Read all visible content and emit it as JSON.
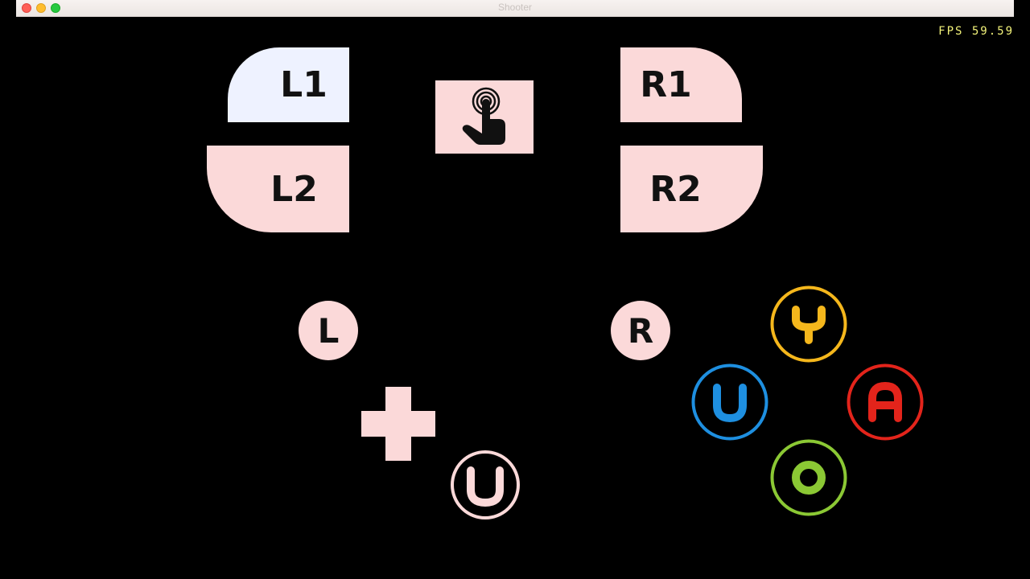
{
  "window": {
    "title": "Shooter"
  },
  "fps": {
    "text": "FPS 59.59"
  },
  "shoulders": {
    "l1": "L1",
    "l2": "L2",
    "r1": "R1",
    "r2": "R2"
  },
  "touchpad": {
    "icon": "touch-hand-icon"
  },
  "sticks": {
    "left": "L",
    "right": "R"
  },
  "dpad": {
    "icon": "dpad-cross-icon"
  },
  "center_button": {
    "icon": "u-ring-icon"
  },
  "face_buttons": {
    "y": {
      "label": "Y",
      "color": "#f5b71c"
    },
    "u": {
      "label": "U",
      "color": "#1e8fe0"
    },
    "a": {
      "label": "A",
      "color": "#e3241b"
    },
    "o": {
      "label": "O",
      "color": "#8bc834"
    }
  },
  "colors": {
    "button_fill": "#fbd9d9",
    "pressed_fill": "#eef2ff",
    "fps_text": "#f2f27a"
  }
}
